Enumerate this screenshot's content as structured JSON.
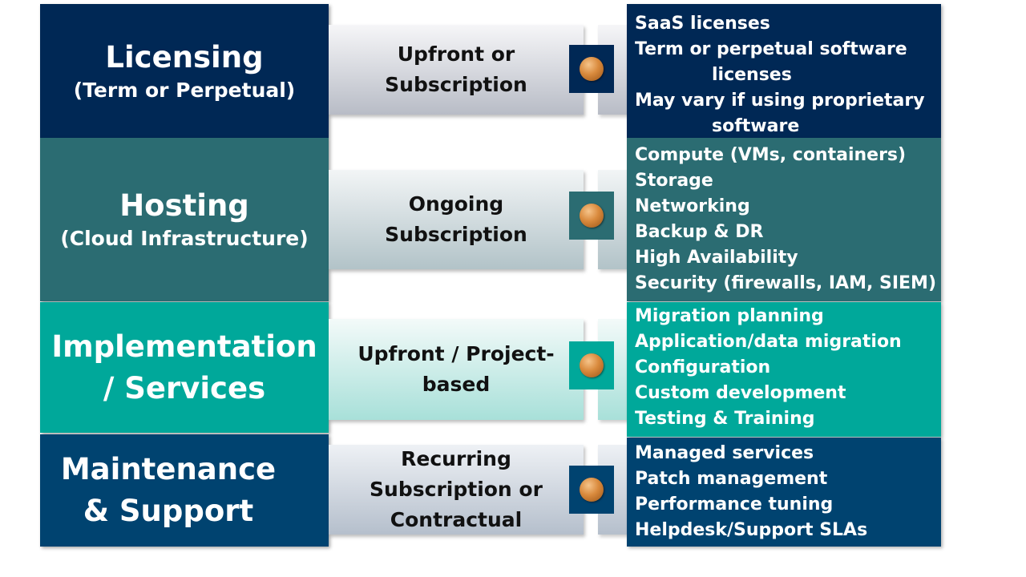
{
  "colors": {
    "navy": "#002855",
    "slate_teal": "#2b6c72",
    "teal": "#00a89a",
    "blue": "#004370",
    "bullet": "#d98a3d"
  },
  "rows": [
    {
      "category": {
        "title": "Licensing",
        "subtitle": "(Term or Perpetual)"
      },
      "cost_model": "Upfront or Subscription",
      "items": [
        {
          "line1": "SaaS licenses",
          "line2": ""
        },
        {
          "line1": "Term or perpetual software",
          "line2": "licenses"
        },
        {
          "line1": "May vary if using proprietary",
          "line2": "software"
        }
      ]
    },
    {
      "category": {
        "title": "Hosting",
        "subtitle": "(Cloud Infrastructure)"
      },
      "cost_model": "Ongoing Subscription",
      "items": [
        "Compute (VMs, containers)",
        "Storage",
        "Networking",
        "Backup & DR",
        "High Availability",
        "Security (firewalls, IAM, SIEM)"
      ]
    },
    {
      "category": {
        "title": "Implementation / Services"
      },
      "cost_model": "Upfront / Project-based",
      "items": [
        "Migration planning",
        "Application/data migration",
        "Configuration",
        "Custom development",
        "Testing & Training"
      ]
    },
    {
      "category": {
        "title": "Maintenance & Support"
      },
      "cost_model": "Recurring Subscription or Contractual",
      "items": [
        "Managed services",
        "Patch management",
        "Performance tuning",
        "Helpdesk/Support SLAs"
      ]
    }
  ]
}
